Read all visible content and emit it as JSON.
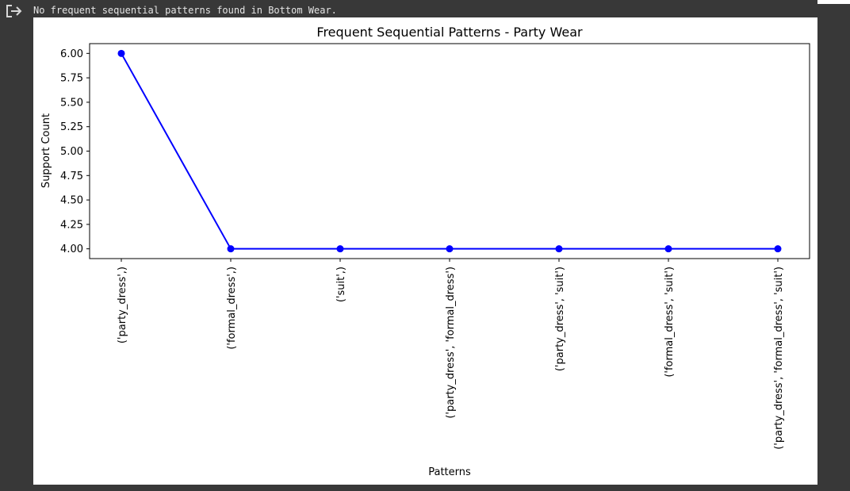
{
  "output": {
    "message": "No frequent sequential patterns found in Bottom Wear.",
    "icon": "output-redirect-icon"
  },
  "colors": {
    "series": "#0000ff",
    "axis": "#000000",
    "background": "#ffffff"
  },
  "chart_data": {
    "type": "line",
    "title": "Frequent Sequential Patterns - Party Wear",
    "xlabel": "Patterns",
    "ylabel": "Support Count",
    "categories": [
      "('party_dress',)",
      "('formal_dress',)",
      "('suit',)",
      "('party_dress', 'formal_dress')",
      "('party_dress', 'suit')",
      "('formal_dress', 'suit')",
      "('party_dress', 'formal_dress', 'suit')"
    ],
    "values": [
      6,
      4,
      4,
      4,
      4,
      4,
      4
    ],
    "yticks": [
      "4.00",
      "4.25",
      "4.50",
      "4.75",
      "5.00",
      "5.25",
      "5.50",
      "5.75",
      "6.00"
    ],
    "ylim": [
      3.9,
      6.1
    ],
    "marker": "o",
    "grid": false,
    "legend": false
  }
}
